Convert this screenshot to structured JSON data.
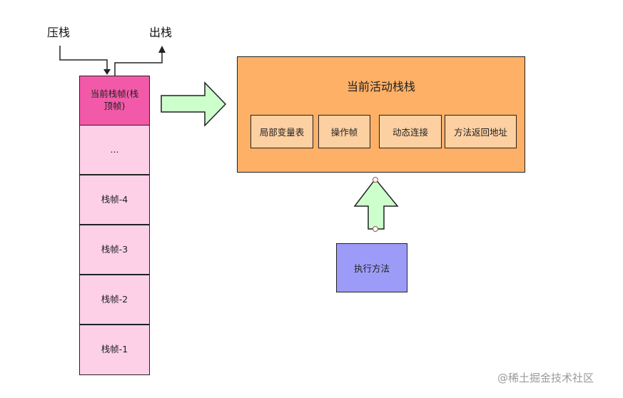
{
  "labels": {
    "push": "压栈",
    "pop": "出栈"
  },
  "stack": {
    "top_frame_line1": "当前栈帧(栈",
    "top_frame_line2": "顶帧)",
    "frames": [
      "...",
      "栈帧-4",
      "栈帧-3",
      "栈帧-2",
      "栈帧-1"
    ]
  },
  "active_frame": {
    "title": "当前活动栈栈",
    "parts": [
      "局部变量表",
      "操作帧",
      "动态连接",
      "方法返回地址"
    ]
  },
  "execute": {
    "label": "执行方法"
  },
  "watermark": "@稀土掘金技术社区",
  "colors": {
    "top_frame": "#f25aa9",
    "frame": "#fdd0e8",
    "active_box": "#fdb066",
    "part_box": "#fdd0a2",
    "execute_box": "#9c9cf8",
    "arrow_fill": "#ccffcc"
  }
}
